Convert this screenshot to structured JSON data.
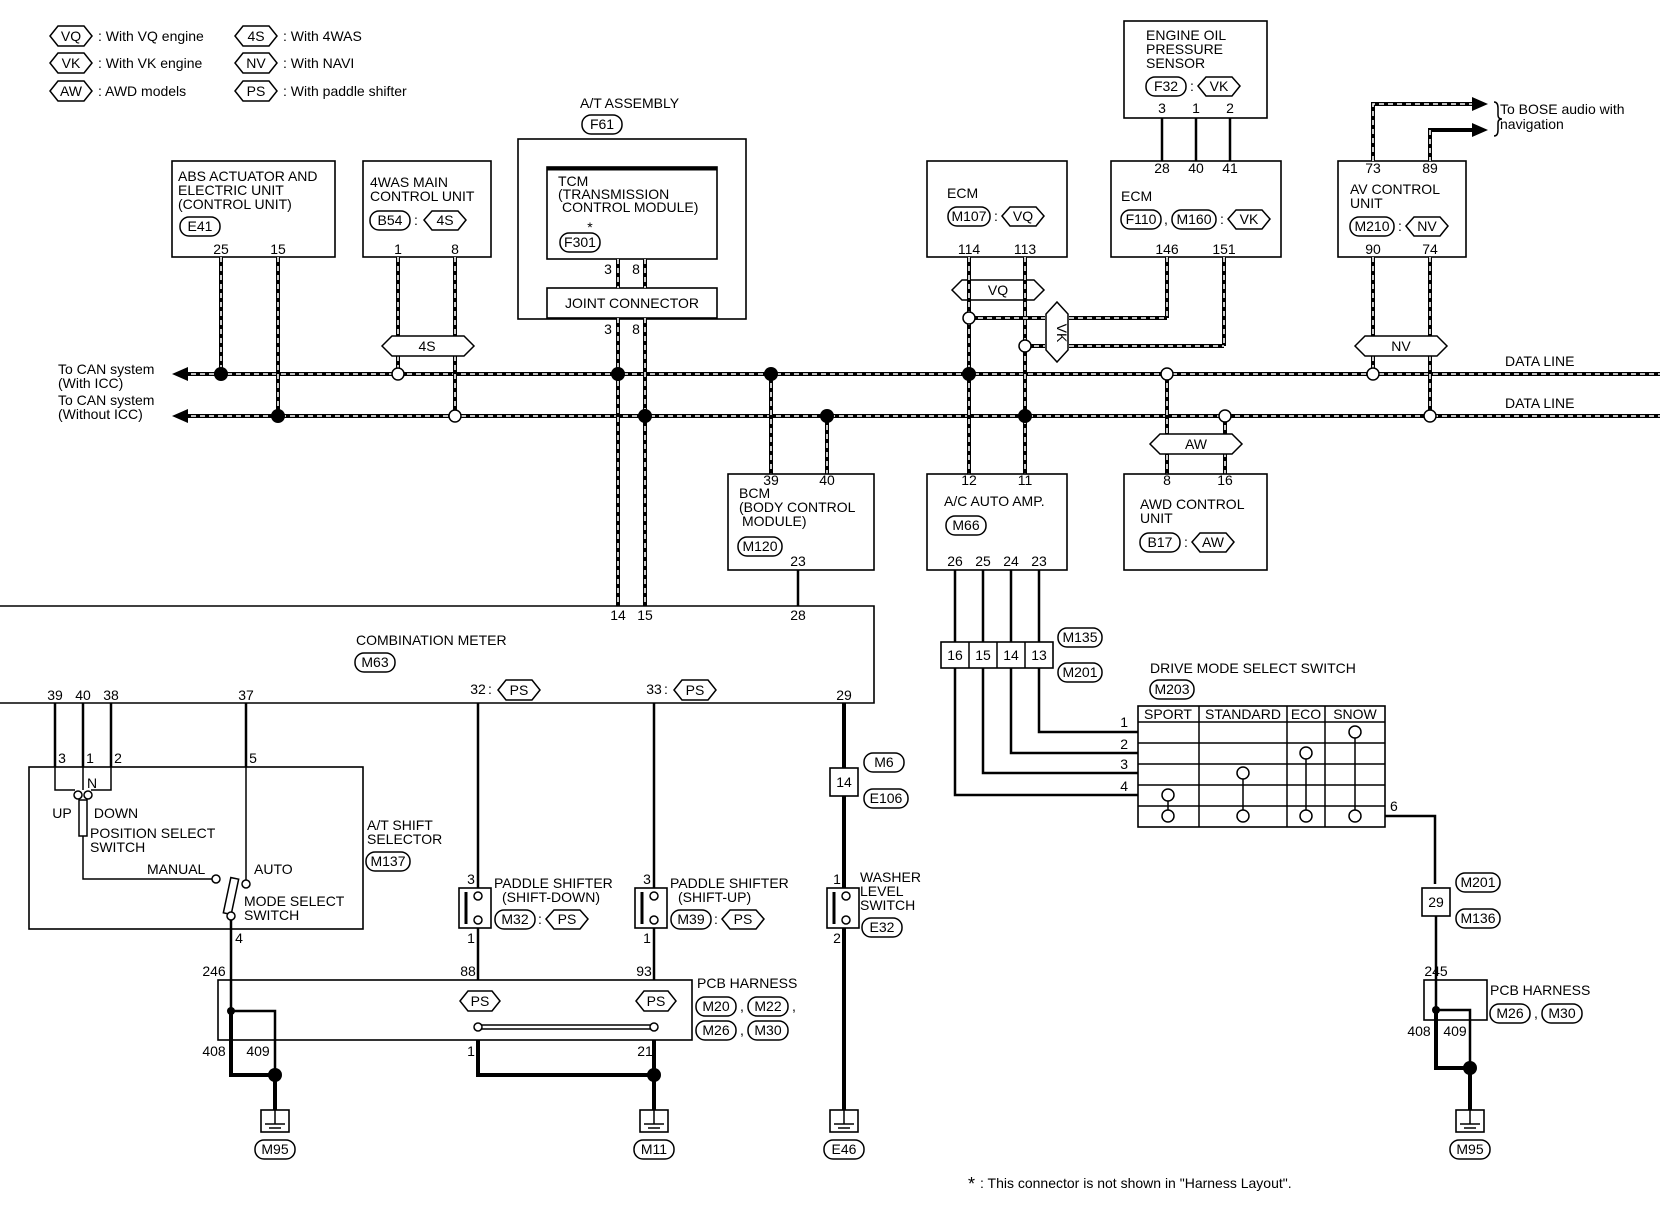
{
  "legend": [
    {
      "code": "VQ",
      "text": ": With VQ engine"
    },
    {
      "code": "VK",
      "text": ": With VK engine"
    },
    {
      "code": "AW",
      "text": ": AWD models"
    },
    {
      "code": "4S",
      "text": ": With 4WAS"
    },
    {
      "code": "NV",
      "text": ": With NAVI"
    },
    {
      "code": "PS",
      "text": ": With paddle shifter"
    }
  ],
  "abs": {
    "l1": "ABS ACTUATOR AND",
    "l2": "ELECTRIC UNIT",
    "l3": "(CONTROL UNIT)",
    "conn": "E41",
    "p1": "25",
    "p2": "15"
  },
  "was": {
    "l1": "4WAS MAIN",
    "l2": "CONTROL UNIT",
    "conn": "B54",
    "opt": "4S",
    "p1": "1",
    "p2": "8"
  },
  "at": {
    "title": "A/T ASSEMBLY",
    "conn": "F61",
    "tcm1": "TCM",
    "tcm2": "(TRANSMISSION",
    "tcm3": "CONTROL MODULE)",
    "star": "*",
    "tcmconn": "F301",
    "p1": "3",
    "p2": "8",
    "joint": "JOINT CONNECTOR",
    "jp1": "3",
    "jp2": "8"
  },
  "eop": {
    "l1": "ENGINE OIL",
    "l2": "PRESSURE",
    "l3": "SENSOR",
    "conn": "F32",
    "opt": "VK",
    "p1": "3",
    "p2": "1",
    "p3": "2"
  },
  "ecm_vq": {
    "title": "ECM",
    "conn": "M107",
    "opt": "VQ",
    "p1": "114",
    "p2": "113"
  },
  "ecm_vk": {
    "title": "ECM",
    "conn1": "F110",
    "sep": ",",
    "conn2": "M160",
    "opt": "VK",
    "t1": "28",
    "t2": "40",
    "t3": "41",
    "p1": "146",
    "p2": "151"
  },
  "av": {
    "l1": "AV CONTROL",
    "l2": "UNIT",
    "conn": "M210",
    "opt": "NV",
    "t1": "73",
    "t2": "89",
    "p1": "90",
    "p2": "74"
  },
  "bose": {
    "l1": "To BOSE audio with",
    "l2": "navigation"
  },
  "can": {
    "w1": "To CAN system",
    "w2": "(With ICC)",
    "wo1": "To CAN system",
    "wo2": "(Without ICC)",
    "dl1": "DATA LINE",
    "dl2": "DATA LINE"
  },
  "tags": {
    "s4": "4S",
    "vq": "VQ",
    "vk": "VK",
    "nv": "NV",
    "aw": "AW",
    "ps": "PS"
  },
  "bcm": {
    "p1": "39",
    "p2": "40",
    "l1": "BCM",
    "l2": "(BODY CONTROL",
    "l3": "MODULE)",
    "conn": "M120",
    "p3": "23"
  },
  "acamp": {
    "p1": "12",
    "p2": "11",
    "l1": "A/C AUTO AMP.",
    "conn": "M66",
    "q1": "26",
    "q2": "25",
    "q3": "24",
    "q4": "23"
  },
  "awd": {
    "p1": "8",
    "p2": "16",
    "l1": "AWD CONTROL",
    "l2": "UNIT",
    "conn": "B17",
    "opt": "AW"
  },
  "meter": {
    "title": "COMBINATION METER",
    "conn": "M63",
    "t1": "14",
    "t2": "15",
    "t3": "28",
    "b1": "39",
    "b2": "40",
    "b3": "38",
    "b4": "37",
    "b5": "32",
    "b6": "33",
    "b7": "29",
    "sep": ":"
  },
  "jc1": {
    "c1": "M135",
    "c2": "M201",
    "p": [
      "16",
      "15",
      "14",
      "13"
    ]
  },
  "dms": {
    "title": "DRIVE MODE SELECT SWITCH",
    "conn": "M203",
    "cols": [
      "SPORT",
      "STANDARD",
      "ECO",
      "SNOW"
    ],
    "rows": [
      "1",
      "2",
      "3",
      "4"
    ],
    "out": "6"
  },
  "shift": {
    "p1": "3",
    "p2": "1",
    "p3": "2",
    "p4": "5",
    "n": "N",
    "up": "UP",
    "down": "DOWN",
    "ps1": "POSITION SELECT",
    "ps2": "SWITCH",
    "manual": "MANUAL",
    "auto": "AUTO",
    "ms1": "MODE SELECT",
    "ms2": "SWITCH",
    "p5": "4",
    "t1": "A/T SHIFT",
    "t2": "SELECTOR",
    "conn": "M137"
  },
  "psd": {
    "t": "3",
    "l1": "PADDLE SHIFTER",
    "l2": "(SHIFT-DOWN)",
    "b": "1",
    "conn": "M32"
  },
  "psu": {
    "t": "3",
    "l1": "PADDLE SHIFTER",
    "l2": "(SHIFT-UP)",
    "b": "1",
    "conn": "M39"
  },
  "jc2": {
    "c1": "M6",
    "c2": "E106",
    "p": "14"
  },
  "washer": {
    "t": "1",
    "l1": "WASHER",
    "l2": "LEVEL",
    "l3": "SWITCH",
    "b": "2",
    "conn": "E32"
  },
  "pcb1": {
    "title": "PCB HARNESS",
    "c1": "M20",
    "c2": "M22",
    "c3": "M26",
    "c4": "M30",
    "p1": "246",
    "p2": "88",
    "p3": "93",
    "p4": "408",
    "p5": "409",
    "p6": "1",
    "p7": "21"
  },
  "jc3": {
    "c1": "M201",
    "c2": "M136",
    "p": "29"
  },
  "pcb2": {
    "title": "PCB HARNESS",
    "c1": "M26",
    "c2": "M30",
    "p1": "245",
    "p2": "408",
    "p3": "409"
  },
  "grounds": [
    "M95",
    "M11",
    "E46",
    "M95"
  ],
  "footnote": {
    "star": "*",
    "text": ": This connector is not shown in \"Harness Layout\"."
  }
}
